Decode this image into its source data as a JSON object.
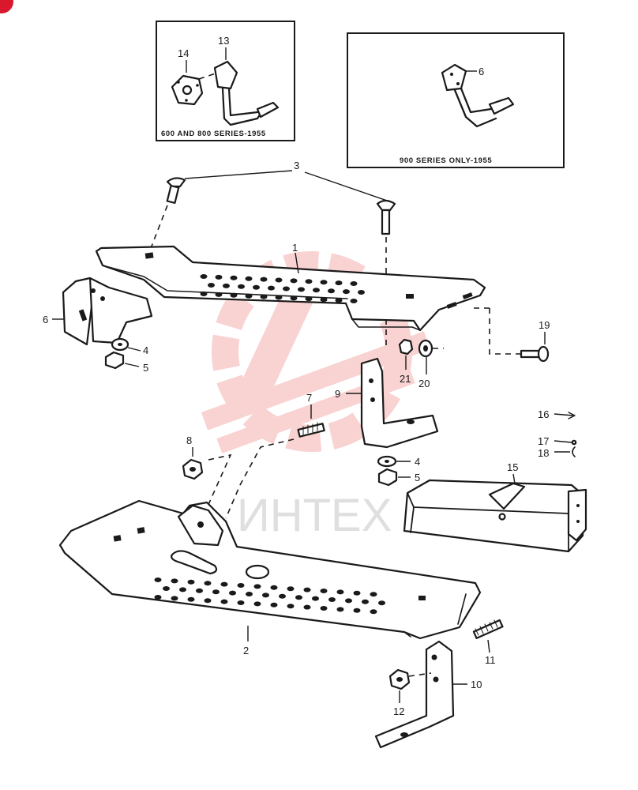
{
  "inset_left": {
    "caption": "600 AND 800 SERIES-1955",
    "callouts": [
      "14",
      "13"
    ]
  },
  "inset_right": {
    "caption": "900 SERIES ONLY-1955",
    "callouts": [
      "6"
    ]
  },
  "callouts": {
    "c1": "1",
    "c2": "2",
    "c3": "3",
    "c4a": "4",
    "c4b": "4",
    "c5a": "5",
    "c5b": "5",
    "c6": "6",
    "c7": "7",
    "c8": "8",
    "c9": "9",
    "c10": "10",
    "c11": "11",
    "c12": "12",
    "c15": "15",
    "c16": "16",
    "c17": "17",
    "c18": "18",
    "c19": "19",
    "c20": "20",
    "c21": "21"
  },
  "watermark": {
    "text": "ИНТЕХ",
    "logo_color": "#f4a6a6"
  },
  "colors": {
    "ink": "#1a1a1a",
    "paper": "#ffffff",
    "badge": "#d9182d"
  }
}
